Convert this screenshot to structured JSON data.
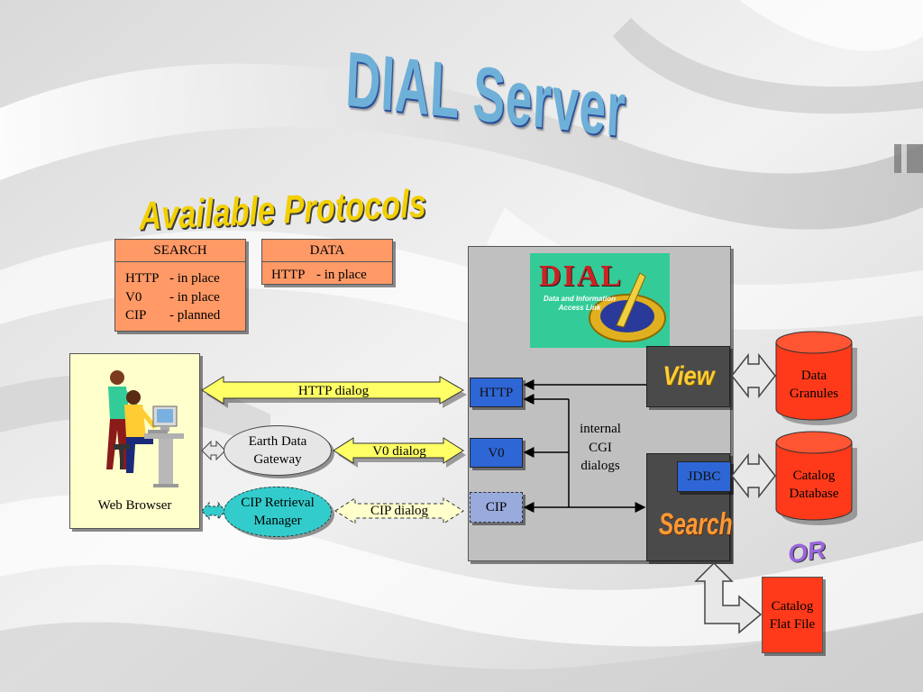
{
  "slide": {
    "title": "DIAL Server",
    "subtitle": "Available Protocols"
  },
  "protocols": {
    "search": {
      "header": "SEARCH",
      "rows": [
        {
          "name": "HTTP",
          "status": "- in place"
        },
        {
          "name": "V0",
          "status": "- in place"
        },
        {
          "name": "CIP",
          "status": "- planned"
        }
      ]
    },
    "data": {
      "header": "DATA",
      "rows": [
        {
          "name": "HTTP",
          "status": "- in place"
        }
      ]
    }
  },
  "client": {
    "label": "Web Browser"
  },
  "gateways": {
    "earth_data": "Earth Data Gateway",
    "cip_retrieval": "CIP Retrieval Manager"
  },
  "dialogs": {
    "http": "HTTP dialog",
    "v0": "V0 dialog",
    "cip": "CIP dialog"
  },
  "server": {
    "logo_text": "DIAL",
    "logo_caption": "Data and Information Access Link",
    "ports": {
      "http": "HTTP",
      "v0": "V0",
      "cip": "CIP"
    },
    "internal_note": "internal CGI dialogs",
    "view_label": "View",
    "search_label": "Search",
    "jdbc_label": "JDBC"
  },
  "storage": {
    "data_granules": "Data Granules",
    "catalog_database": "Catalog Database",
    "catalog_flat_file": "Catalog Flat File",
    "or_label": "OR"
  },
  "colors": {
    "orange": "#ff9966",
    "red_storage": "#ff3a1a",
    "blue_port": "#2e66d6",
    "yellow_arrow": "#ffff66",
    "cyan_gateway": "#33cccc",
    "server_panel": "#c0c0c0",
    "dark_panel": "#4a4a4a",
    "logo_bg": "#33cc99"
  }
}
